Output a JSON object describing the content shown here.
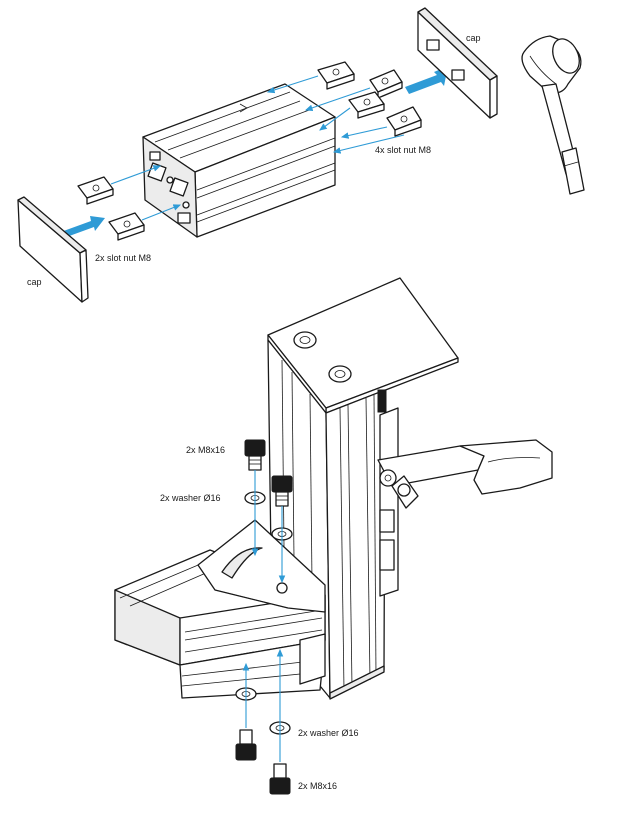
{
  "colors": {
    "arrow": "#2f9bd6",
    "line": "#1a1a1a",
    "fill": "#ffffff"
  },
  "labels": {
    "cap_top": "cap",
    "cap_left": "cap",
    "slot_nut_4x": "4x slot nut M8",
    "slot_nut_2x": "2x slot nut M8",
    "screw_top": "2x M8x16",
    "washer_top": "2x washer Ø16",
    "washer_bottom": "2x washer Ø16",
    "screw_bottom": "2x M8x16"
  }
}
